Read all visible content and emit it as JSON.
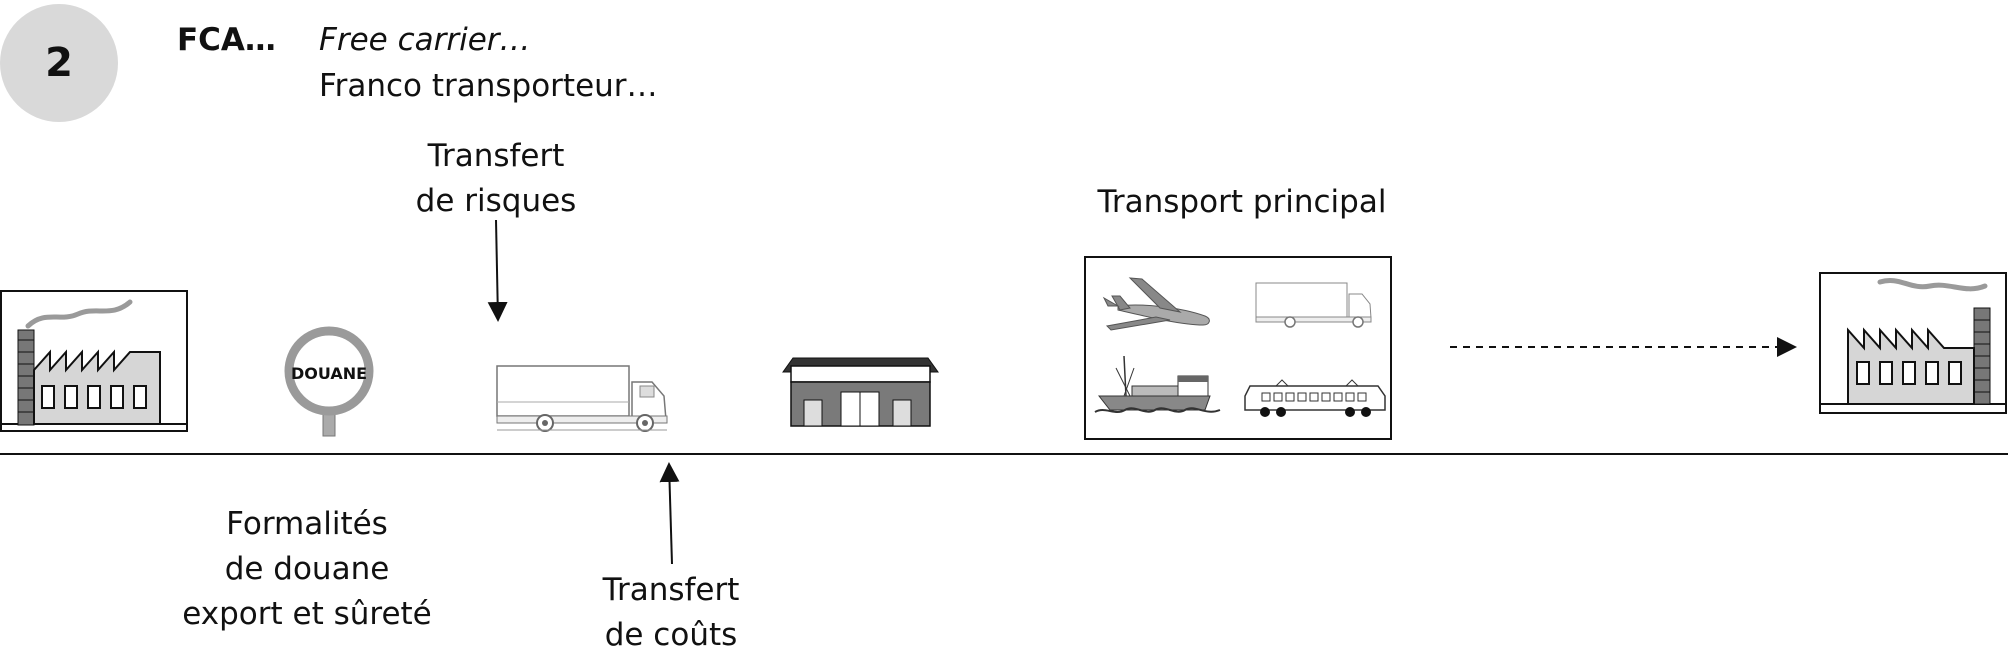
{
  "header": {
    "number": "2",
    "code": "FCA…",
    "english_name": "Free carrier…",
    "french_name": "Franco transporteur…"
  },
  "labels": {
    "risk_transfer": [
      "Transfert",
      "de risques"
    ],
    "main_transport": "Transport principal",
    "customs_formalities": [
      "Formalités",
      "de douane",
      "export et sûreté"
    ],
    "cost_transfer": [
      "Transfert",
      "de coûts"
    ]
  },
  "icons": {
    "customs_sign_text": "DOUANE"
  }
}
